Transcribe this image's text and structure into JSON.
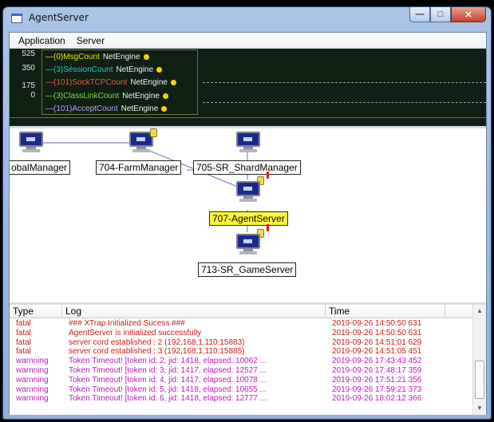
{
  "window": {
    "title": "AgentServer"
  },
  "menu": [
    {
      "label": "Application"
    },
    {
      "label": "Server"
    }
  ],
  "graph": {
    "y_ticks": [
      "525",
      "350",
      "175",
      "0"
    ],
    "legend": [
      {
        "label": "—(0)MsgCount",
        "engine": "NetEngine",
        "color": "#e8e500"
      },
      {
        "label": "—(3)SessionCount",
        "engine": "NetEngine",
        "color": "#28c8c8"
      },
      {
        "label": "—(101)SockTCPCount",
        "engine": "NetEngine",
        "color": "#e85a4a"
      },
      {
        "label": "—(3)ClassLinkCount",
        "engine": "NetEngine",
        "color": "#7edc3a"
      },
      {
        "label": "—(101)AcceptCount",
        "engine": "NetEngine",
        "color": "#a8a8ff"
      }
    ]
  },
  "topology": {
    "nodes": [
      {
        "label": "obalManager"
      },
      {
        "label": "704-FarmManager"
      },
      {
        "label": "705-SR_ShardManager"
      },
      {
        "label": "707-AgentServer",
        "selected": true
      },
      {
        "label": "713-SR_GameServer"
      }
    ]
  },
  "log": {
    "columns": [
      "Type",
      "Log",
      "Time",
      ""
    ],
    "rows": [
      {
        "type": "fatal",
        "log": "###   XTrap Initialized Sucess   ###",
        "time": "2019-09-26 14:50:50 631",
        "color": "#d01818"
      },
      {
        "type": "fatal",
        "log": "AgentServer is initialized successfully",
        "time": "2019-09-26 14:50:50 631",
        "color": "#d01818"
      },
      {
        "type": "fatal",
        "log": "server cord established : 2 (192,168,1,110:15883)",
        "time": "2019-09-26 14:51:01 629",
        "color": "#d01818"
      },
      {
        "type": "fatal",
        "log": "server cord established : 3 (192,168,1,110:15885)",
        "time": "2019-09-26 14:51:05 451",
        "color": "#d01818"
      },
      {
        "type": "warnning",
        "log": "Token Timeout! [token id: 2, jid: 1418, elapsed: 10062 ...",
        "time": "2019-09-26 17:43:43 452",
        "color": "#c018b8"
      },
      {
        "type": "warnning",
        "log": "Token Timeout! [token id: 3, jid: 1417, elapsed: 12527 ...",
        "time": "2019-09-26 17:48:17 359",
        "color": "#c018b8"
      },
      {
        "type": "warnning",
        "log": "Token Timeout! [token id: 4, jid: 1417, elapsed: 10078 ...",
        "time": "2019-09-26 17:51:21 356",
        "color": "#c018b8"
      },
      {
        "type": "warnning",
        "log": "Token Timeout! [token id: 5, jid: 1418, elapsed: 10655 ...",
        "time": "2019-09-26 17:59:21 373",
        "color": "#c018b8"
      },
      {
        "type": "warnning",
        "log": "Token Timeout! [token id: 6, jid: 1418, elapsed: 12777 ...",
        "time": "2019-09-26 18:02:12 366",
        "color": "#c018b8"
      }
    ]
  }
}
